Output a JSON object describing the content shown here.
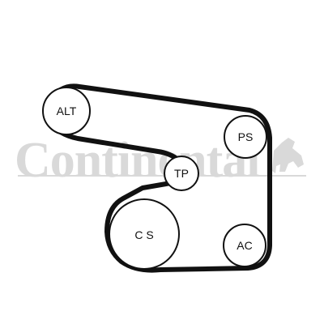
{
  "diagram": {
    "watermark": {
      "text": "Continental",
      "color": "#d9d9d9"
    },
    "belt": {
      "color": "#111111"
    },
    "pulleys": [
      {
        "id": "alt",
        "label": "ALT"
      },
      {
        "id": "ps",
        "label": "PS"
      },
      {
        "id": "tp",
        "label": "TP"
      },
      {
        "id": "cs",
        "label": "C S"
      },
      {
        "id": "ac",
        "label": "AC"
      }
    ],
    "pulley_fill": "#ffffff",
    "pulley_stroke": "#111111",
    "label_color": "#111111"
  }
}
